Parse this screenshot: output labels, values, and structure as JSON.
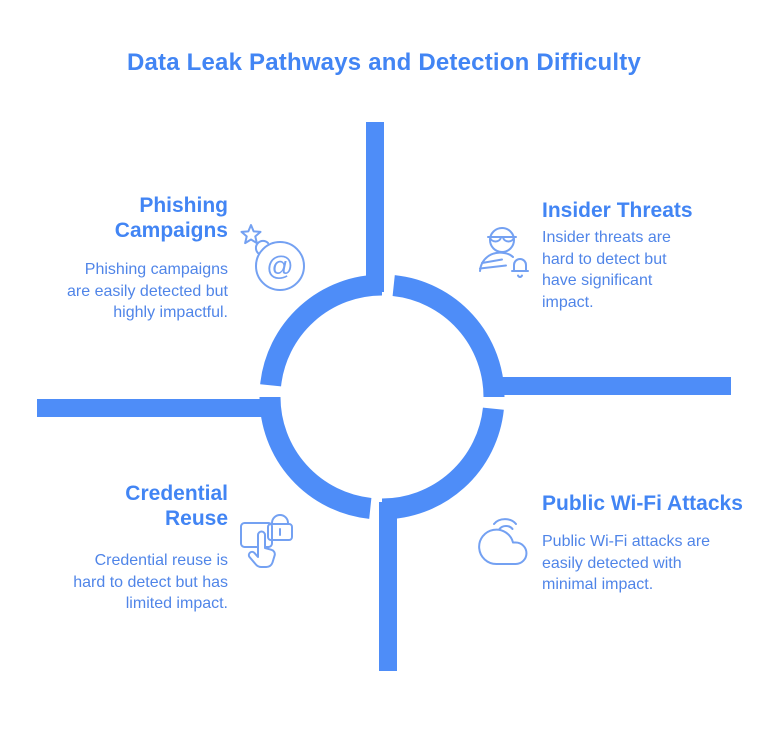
{
  "title": "Data Leak Pathways and Detection Difficulty",
  "colors": {
    "graphic_blue": "#4E8DF8",
    "heading_blue": "#4285F4",
    "body_blue": "#5085E8",
    "icon_blue": "#74A1F2",
    "background": "#FFFFFF"
  },
  "center_graphic": "segmented-circle-with-four-arms",
  "quadrants": {
    "top_left": {
      "heading": "Phishing\nCampaigns",
      "body": "Phishing campaigns\nare easily detected but\nhighly impactful.",
      "icon": "phishing-bomb-at-icon"
    },
    "top_right": {
      "heading": "Insider Threats",
      "body": "Insider threats are\nhard to detect but\nhave significant\nimpact.",
      "icon": "insider-spy-bell-icon"
    },
    "bottom_left": {
      "heading": "Credential\nReuse",
      "body": "Credential reuse is\nhard to detect but has\nlimited impact.",
      "icon": "credential-tap-lock-icon"
    },
    "bottom_right": {
      "heading": "Public Wi-Fi Attacks",
      "body": "Public Wi-Fi attacks are\neasily detected with\nminimal impact.",
      "icon": "public-wifi-cloud-icon"
    }
  }
}
